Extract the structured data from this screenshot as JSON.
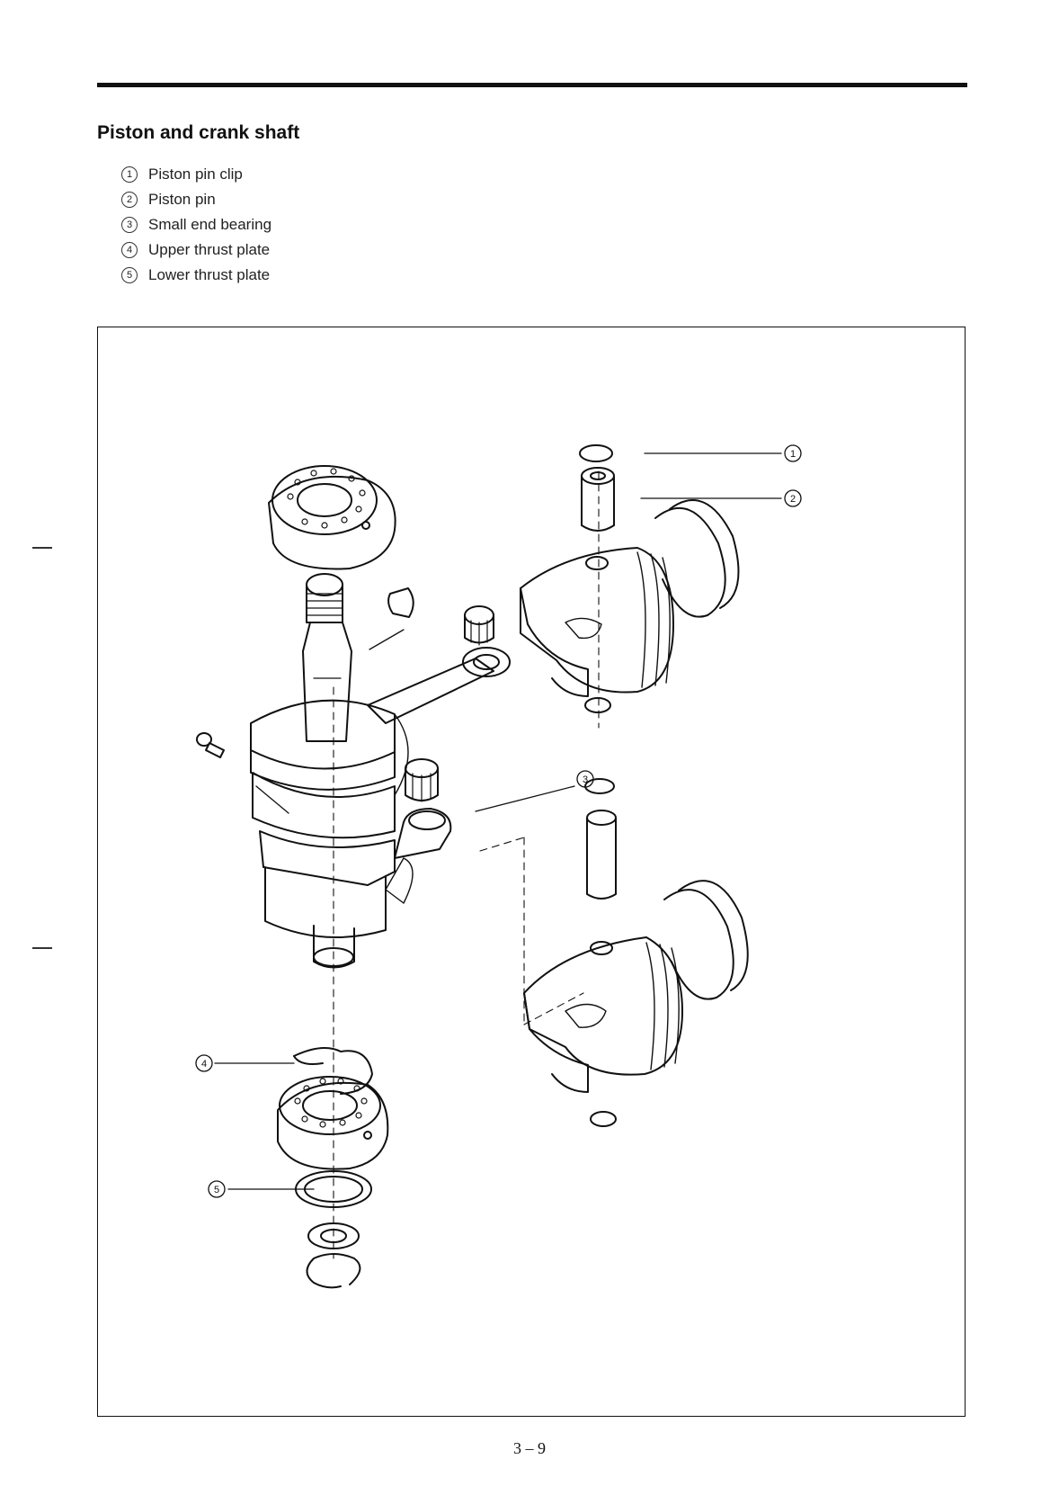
{
  "section": {
    "title": "Piston and crank shaft"
  },
  "legend": [
    {
      "num": "1",
      "label": "Piston pin clip"
    },
    {
      "num": "2",
      "label": "Piston pin"
    },
    {
      "num": "3",
      "label": "Small end bearing"
    },
    {
      "num": "4",
      "label": "Upper thrust plate"
    },
    {
      "num": "5",
      "label": "Lower thrust plate"
    }
  ],
  "callouts": [
    "1",
    "2",
    "3",
    "4",
    "5"
  ],
  "footer": {
    "page_number": "3 – 9"
  }
}
